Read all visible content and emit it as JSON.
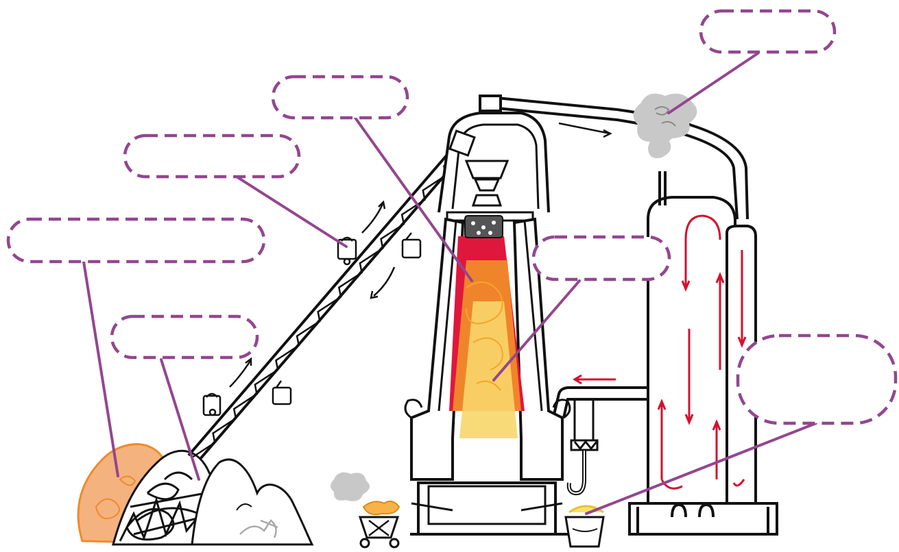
{
  "diagram": {
    "subject": "blast furnace",
    "label_boxes": [
      {
        "id": "box-top-right",
        "text": ""
      },
      {
        "id": "box-top-center",
        "text": ""
      },
      {
        "id": "box-upper-left",
        "text": ""
      },
      {
        "id": "box-left",
        "text": ""
      },
      {
        "id": "box-left-lower",
        "text": ""
      },
      {
        "id": "box-middle",
        "text": ""
      },
      {
        "id": "box-right",
        "text": ""
      }
    ],
    "colors": {
      "label_outline": "#93468f",
      "leader_line": "#93468f",
      "flame_red": "#e0173c",
      "flame_orange": "#f08a2a",
      "flame_yellow": "#f8d66a",
      "ore_pile": "#f4b27f",
      "smoke": "#c8c8c8",
      "hot_air_arrows": "#d4102e",
      "outline": "#111111"
    },
    "icons": [
      "smoke-icon",
      "hook-icon",
      "bucket-icon",
      "mine-cart-icon",
      "skip-bucket-icon",
      "arrow-icon"
    ]
  }
}
